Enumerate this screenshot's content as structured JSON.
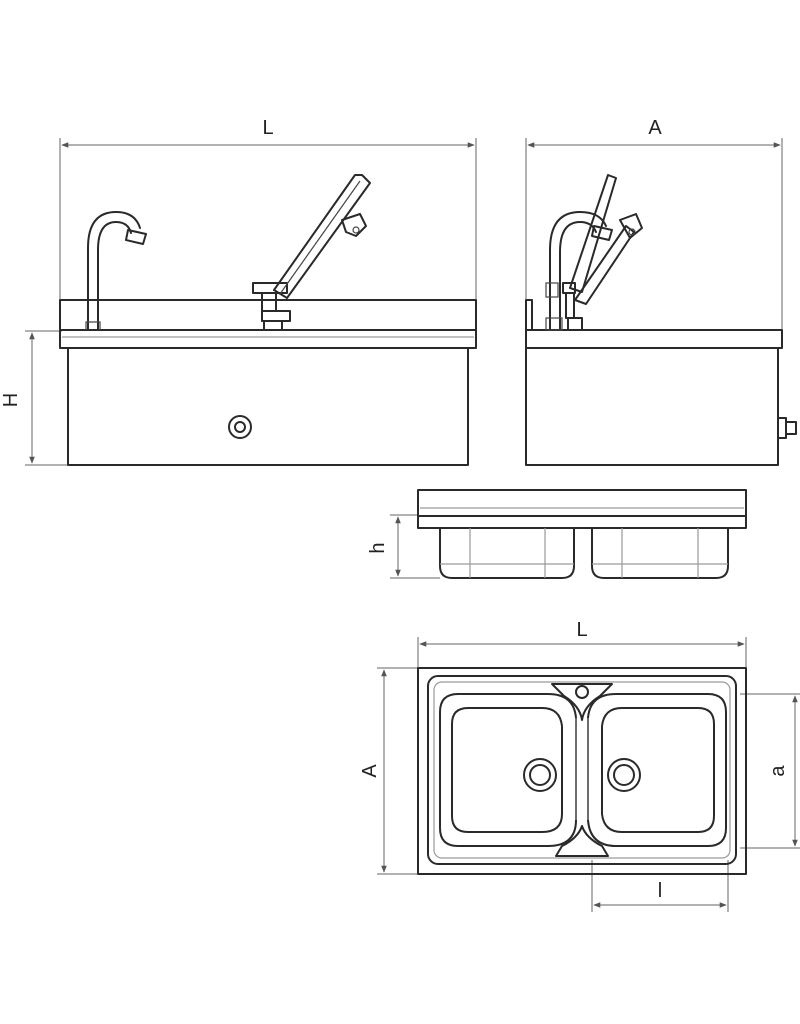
{
  "dimensions": {
    "front_length": "L",
    "front_height": "H",
    "side_depth": "A",
    "bowl_height": "h",
    "top_length": "L",
    "top_depth": "A",
    "bowl_depth": "a",
    "bowl_length": "l"
  },
  "colors": {
    "line": "#2a2a2a",
    "dimension": "#666666"
  }
}
